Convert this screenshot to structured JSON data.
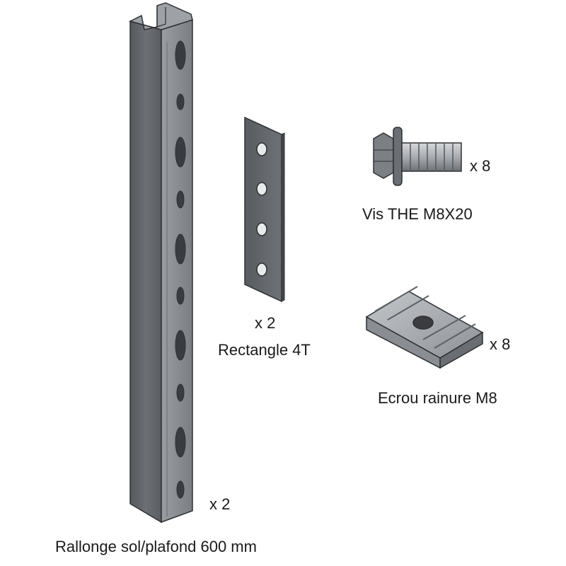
{
  "parts": {
    "rail": {
      "name": "Rallonge sol/plafond 600 mm",
      "qty": "x 2"
    },
    "plate": {
      "name": "Rectangle 4T",
      "qty": "x 2"
    },
    "screw": {
      "name": "Vis THE M8X20",
      "qty": "x 8"
    },
    "nut": {
      "name": "Ecrou rainure M8",
      "qty": "x 8"
    }
  },
  "colors": {
    "metal_dark": "#5f6368",
    "metal_mid": "#8a8e93",
    "metal_light": "#b9bcc0",
    "outline": "#2e3033"
  }
}
